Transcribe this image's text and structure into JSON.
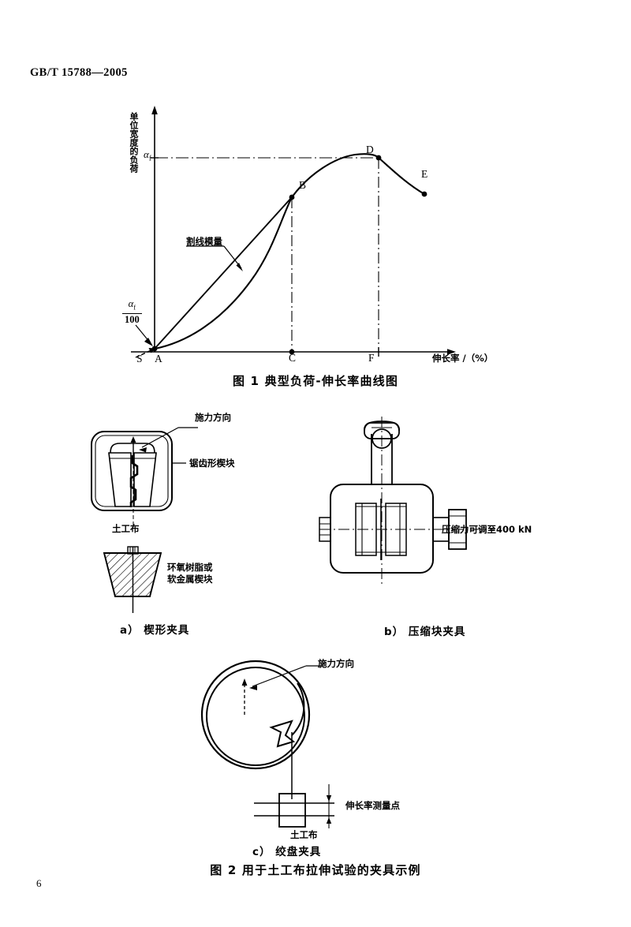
{
  "document": {
    "standard_number": "GB/T 15788—2005",
    "page_number": "6"
  },
  "figure1": {
    "caption": "图 1   典型负荷-伸长率曲线图",
    "y_axis_label": "单位宽度的负荷",
    "x_axis_label": "伸长率 /（%）",
    "secant_modulus_label": "割线模量",
    "alpha_f_label": "αf",
    "alpha_f_over_100": {
      "numerator": "αf",
      "denominator": "100"
    },
    "points": {
      "S": "S",
      "A": "A",
      "B": "B",
      "C": "C",
      "D": "D",
      "E": "E",
      "F": "F"
    }
  },
  "chart_data": {
    "type": "line",
    "title": "典型负荷-伸长率曲线图",
    "xlabel": "伸长率 /（%）",
    "ylabel": "单位宽度的负荷",
    "grid": false,
    "legend": null,
    "xlim": [
      0,
      100
    ],
    "ylim": [
      0,
      100
    ],
    "annotations": [
      {
        "label": "割线模量",
        "note": "secant modulus chord drawn from A to B"
      },
      {
        "label": "αf",
        "note": "peak load per unit width, dash-dot level line to D"
      },
      {
        "label": "αf/100",
        "note": "offset reference at origin region pointing to A"
      }
    ],
    "series": [
      {
        "name": "负荷-伸长率曲线",
        "x": [
          4,
          8,
          14,
          20,
          26,
          32,
          38,
          44,
          50,
          56,
          62,
          68,
          74,
          80,
          86,
          92,
          98
        ],
        "y": [
          0,
          2,
          6,
          12,
          20,
          30,
          41,
          52,
          62,
          71,
          79,
          86,
          91,
          94,
          95,
          93,
          88
        ]
      },
      {
        "name": "割线",
        "x": [
          4,
          50
        ],
        "y": [
          0,
          62
        ]
      }
    ],
    "marked_points": [
      {
        "label": "S",
        "x": 0,
        "y": 0,
        "note": "dashed extension start on x-axis"
      },
      {
        "label": "A",
        "x": 4,
        "y": 0,
        "note": "curve origin on x-axis"
      },
      {
        "label": "B",
        "x": 50,
        "y": 62,
        "note": "secant end point on curve"
      },
      {
        "label": "C",
        "x": 50,
        "y": 0,
        "note": "projection of B on x-axis"
      },
      {
        "label": "D",
        "x": 86,
        "y": 95,
        "note": "peak of curve, maximum load αf"
      },
      {
        "label": "F",
        "x": 86,
        "y": 0,
        "note": "projection of D on x-axis"
      },
      {
        "label": "E",
        "x": 98,
        "y": 88,
        "note": "curve end point after peak"
      }
    ]
  },
  "figure2": {
    "caption": "图 2   用于土工布拉伸试验的夹具示例",
    "subfigures": [
      {
        "key": "a",
        "caption": "a）  楔形夹具",
        "labels": {
          "force_direction": "施力方向",
          "serrated_wedge": "锯齿形楔块",
          "geotextile": "土工布",
          "epoxy_wedge_line1": "环氧树脂或",
          "epoxy_wedge_line2": "软金属楔块"
        }
      },
      {
        "key": "b",
        "caption": "b）  压缩块夹具",
        "labels": {
          "compression_force": "压缩力可调至400 kN"
        }
      },
      {
        "key": "c",
        "caption": "c）  绞盘夹具",
        "labels": {
          "force_direction": "施力方向",
          "elongation_measure_point": "伸长率测量点",
          "geotextile": "土工布"
        }
      }
    ]
  },
  "colors": {
    "ink": "#000000",
    "paper": "#ffffff"
  }
}
